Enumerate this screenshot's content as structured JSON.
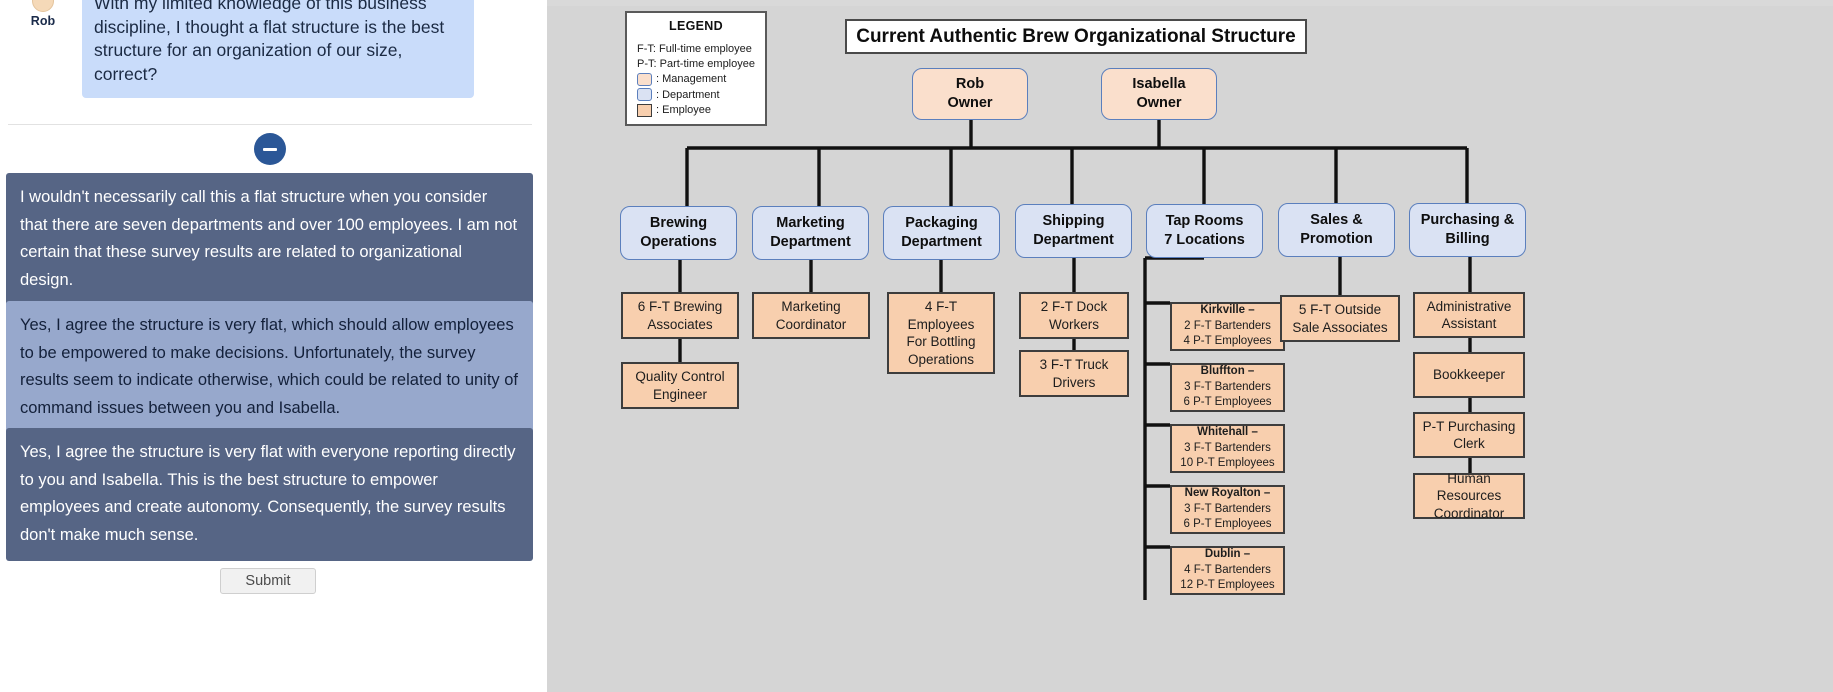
{
  "left_panel": {
    "speaker_name": "Rob",
    "user_message": "With my limited knowledge of this business discipline, I thought a flat structure is the best structure for an organization of our size, correct?",
    "collapse_button_label": "−",
    "options": [
      {
        "text": "I wouldn't necessarily call this a flat structure when you consider that there are seven departments and over 100 employees. I am not certain that these survey results are related to organizational design.",
        "style": "dark"
      },
      {
        "text": "Yes, I agree the structure is very flat, which should allow employees to be empowered to make decisions. Unfortunately, the survey results seem to indicate otherwise, which could be related to unity of command issues between you and Isabella.",
        "style": "light"
      },
      {
        "text": "Yes, I agree the structure is very flat with everyone reporting directly to you and Isabella. This is the best structure to empower employees and create autonomy.  Consequently, the survey results don't make much sense.",
        "style": "dark"
      }
    ],
    "submit_label": "Submit"
  },
  "chart": {
    "title": "Current Authentic Brew Organizational Structure",
    "legend": {
      "title": "LEGEND",
      "lines": [
        "F-T: Full-time employee",
        "P-T: Part-time employee"
      ],
      "swatches": [
        {
          "label": ": Management",
          "kind": "management"
        },
        {
          "label": ": Department",
          "kind": "department"
        },
        {
          "label": ": Employee",
          "kind": "employee"
        }
      ]
    },
    "owners": [
      {
        "name": "Rob",
        "role": "Owner"
      },
      {
        "name": "Isabella",
        "role": "Owner"
      }
    ],
    "departments": [
      {
        "line1": "Brewing",
        "line2": "Operations"
      },
      {
        "line1": "Marketing",
        "line2": "Department"
      },
      {
        "line1": "Packaging",
        "line2": "Department"
      },
      {
        "line1": "Shipping",
        "line2": "Department"
      },
      {
        "line1": "Tap Rooms",
        "line2": "7 Locations"
      },
      {
        "line1": "Sales &",
        "line2": "Promotion"
      },
      {
        "line1": "Purchasing &",
        "line2": "Billing"
      }
    ],
    "brewing_staff": [
      {
        "lines": [
          "6 F-T Brewing",
          "Associates"
        ]
      },
      {
        "lines": [
          "Quality Control",
          "Engineer"
        ]
      }
    ],
    "marketing_staff": [
      {
        "lines": [
          "Marketing",
          "Coordinator"
        ]
      }
    ],
    "packaging_staff": [
      {
        "lines": [
          "4 F-T",
          "Employees",
          "For Bottling",
          "Operations"
        ]
      }
    ],
    "shipping_staff": [
      {
        "lines": [
          "2 F-T Dock",
          "Workers"
        ]
      },
      {
        "lines": [
          "3 F-T Truck",
          "Drivers"
        ]
      }
    ],
    "tap_rooms": [
      {
        "title": "Kirkville –",
        "line2": "2 F-T Bartenders",
        "line3": "4 P-T Employees"
      },
      {
        "title": "Bluffton –",
        "line2": "3 F-T Bartenders",
        "line3": "6 P-T Employees"
      },
      {
        "title": "Whitehall –",
        "line2": "3 F-T Bartenders",
        "line3": "10 P-T Employees"
      },
      {
        "title": "New Royalton –",
        "line2": "3 F-T Bartenders",
        "line3": "6 P-T Employees"
      },
      {
        "title": "Dublin –",
        "line2": "4 F-T Bartenders",
        "line3": "12 P-T Employees"
      }
    ],
    "sales_staff": [
      {
        "lines": [
          "5 F-T Outside",
          "Sale Associates"
        ]
      }
    ],
    "purchasing_staff": [
      {
        "lines": [
          "Administrative",
          "Assistant"
        ]
      },
      {
        "lines": [
          "Bookkeeper"
        ]
      },
      {
        "lines": [
          "P-T Purchasing",
          "Clerk"
        ]
      },
      {
        "lines": [
          "Human Resources",
          "Coordinator"
        ]
      }
    ],
    "colors": {
      "management_fill": "#fadfcc",
      "department_fill": "#dae2f3",
      "employee_fill": "#f8cfae",
      "node_border_blue": "#5b7fbd",
      "node_border_dark": "#3d3d3d",
      "canvas": "#d5d5d5"
    }
  }
}
